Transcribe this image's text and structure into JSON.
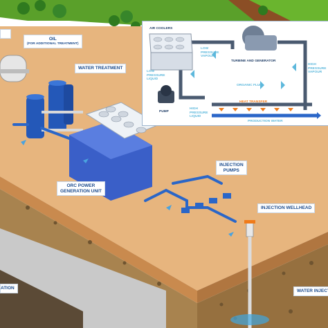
{
  "labels": {
    "oil_title": "OIL",
    "oil_sub": "(FOR ADDITIONAL TREATMENT)",
    "water_treatment": "WATER TREATMENT",
    "orc_line1": "ORC POWER",
    "orc_line2": "GENERATION UNIT",
    "injection_line1": "INJECTION",
    "injection_line2": "PUMPS",
    "injection_wellhead": "INJECTION WELLHEAD",
    "left_cut": "ATION",
    "water_injection": "WATER INJECTI"
  },
  "inset": {
    "air_coolers": "AIR COOLERS",
    "low_pressure_vapour_1": "LOW",
    "low_pressure_vapour_2": "PRESSURE",
    "low_pressure_vapour_3": "VAPOUR",
    "turbine_and_generator": "TURBINE AND GENERATOR",
    "high_pressure_vapour_1": "HIGH",
    "high_pressure_vapour_2": "PRESSURE",
    "high_pressure_vapour_3": "VAPOUR",
    "low_pressure_liquid_1": "LOW",
    "low_pressure_liquid_2": "PRESSURE",
    "low_pressure_liquid_3": "LIQUID",
    "organic_fluid": "ORGANIC FLUID",
    "pump": "PUMP",
    "high_pressure_liquid_1": "HIGH",
    "high_pressure_liquid_2": "PRESSURE",
    "high_pressure_liquid_3": "LIQUID",
    "heat_transfer": "HEAT TRANSFER",
    "production_water": "PRODUCTION WATER"
  },
  "colors": {
    "ground": "#e7b57e",
    "grass": "#6ab52e",
    "mountain": "#9a5b2e",
    "pipe_blue": "#2a66c8",
    "water_arrow": "#4aa3df",
    "heat": "#f07b1a",
    "label_text": "#1a4a8c"
  }
}
